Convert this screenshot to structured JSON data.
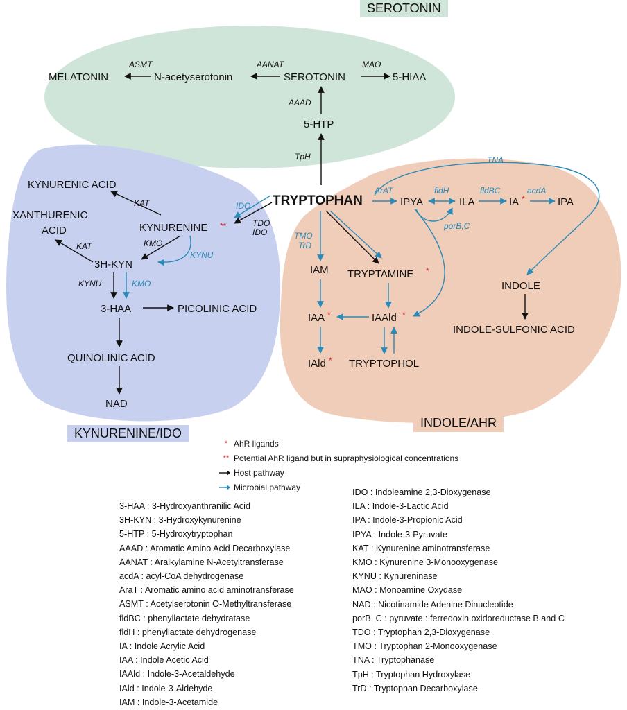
{
  "regions": {
    "serotonin": {
      "label": "SEROTONIN",
      "color": "#cfe5d9"
    },
    "kynurenine": {
      "label": "KYNURENINE/IDO",
      "color": "#c7d0ee"
    },
    "indole": {
      "label": "INDOLE/AHR",
      "color": "#f0cdb8"
    }
  },
  "nodes": {
    "melatonin": "MELATONIN",
    "n_acetylserotonin": "N-acetyserotonin",
    "serotonin": "SEROTONIN",
    "hiaa": "5-HIAA",
    "htp": "5-HTP",
    "tryptophan": "TRYPTOPHAN",
    "kynurenic_acid": "KYNURENIC ACID",
    "xanthurenic_1": "XANTHURENIC",
    "xanthurenic_2": "ACID",
    "kynurenine": "KYNURENINE",
    "hkyn": "3H-KYN",
    "haa": "3-HAA",
    "picolinic": "PICOLINIC ACID",
    "quinolinic": "QUINOLINIC ACID",
    "nad": "NAD",
    "ipya": "IPYA",
    "ila": "ILA",
    "ia": "IA",
    "ipa": "IPA",
    "iam": "IAM",
    "tryptamine": "TRYPTAMINE",
    "iaa": "IAA",
    "iaald": "IAAld",
    "iald": "IAld",
    "tryptophol": "TRYPTOPHOL",
    "indole": "INDOLE",
    "indole_sulfonic": "INDOLE-SULFONIC ACID",
    "star_single": "*",
    "star_double": "**"
  },
  "enzymes": {
    "asmt": "ASMT",
    "aanat": "AANAT",
    "mao": "MAO",
    "aaad": "AAAD",
    "tph": "TpH",
    "kat1": "KAT",
    "kat2": "KAT",
    "ido": "IDO",
    "tdo": "TDO",
    "ido2": "IDO",
    "kmo": "KMO",
    "kynu": "KYNU",
    "kynu2": "KYNU",
    "kmo2": "KMO",
    "arat": "ArAT",
    "fldh": "fldH",
    "fldbc": "fldBC",
    "acda": "acdA",
    "porbc": "porB,C",
    "tna": "TNA",
    "tmo": "TMO",
    "trd": "TrD"
  },
  "colors": {
    "host": "#111111",
    "microbial": "#2a8ab8",
    "ahr_star": "#e0262b"
  },
  "legend": {
    "items": [
      {
        "symbol": "*",
        "text": "AhR ligands"
      },
      {
        "symbol": "**",
        "text": "Potential AhR ligand but in supraphysiological concentrations"
      },
      {
        "symbol": "host-arrow",
        "text": "Host pathway"
      },
      {
        "symbol": "microbial-arrow",
        "text": "Microbial pathway"
      }
    ]
  },
  "abbreviations_left": [
    "3-HAA : 3-Hydroxyanthranilic Acid",
    "3H-KYN : 3-Hydroxykynurenine",
    "5-HTP : 5-Hydroxytryptophan",
    "AAAD : Aromatic Amino Acid Decarboxylase",
    "AANAT : Aralkylamine N-Acetyltransferase",
    "acdA : acyl-CoA dehydrogenase",
    "AraT : Aromatic amino acid aminotransferase",
    "ASMT : Acetylserotonin O-Methyltransferase",
    "fldBC : phenyllactate dehydratase",
    "fldH : phenyllactate dehydrogenase",
    "IA : Indole Acrylic Acid",
    "IAA : Indole Acetic Acid",
    "IAAld : Indole-3-Acetaldehyde",
    "IAld : Indole-3-Aldehyde",
    "IAM : Indole-3-Acetamide"
  ],
  "abbreviations_right": [
    "IDO : Indoleamine 2,3-Dioxygenase",
    "ILA : Indole-3-Lactic Acid",
    "IPA : Indole-3-Propionic Acid",
    "IPYA : Indole-3-Pyruvate",
    "KAT : Kynurenine aminotransferase",
    "KMO : Kynurenine 3-Monooxygenase",
    "KYNU : Kynureninase",
    "MAO : Monoamine Oxydase",
    "NAD : Nicotinamide Adenine Dinucleotide",
    "porB, C : pyruvate : ferredoxin oxidoreductase B and C",
    "TDO : Tryptophan 2,3-Dioxygenase",
    "TMO : Tryptophan 2-Monooxygenase",
    "TNA : Tryptophanase",
    "TpH : Tryptophan Hydroxylase",
    "TrD : Tryptophan Decarboxylase"
  ]
}
